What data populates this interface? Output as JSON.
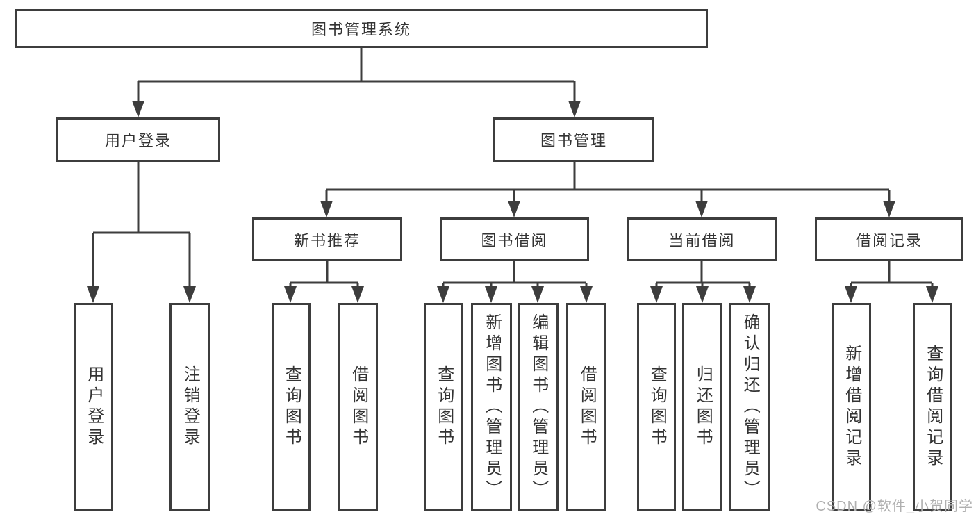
{
  "diagram": {
    "root": {
      "label": "图书管理系统"
    },
    "level2": [
      {
        "id": "user-login",
        "label": "用户登录"
      },
      {
        "id": "book-management",
        "label": "图书管理"
      }
    ],
    "level3": [
      {
        "id": "new-book-recommend",
        "label": "新书推荐",
        "parent": "图书管理"
      },
      {
        "id": "book-borrow",
        "label": "图书借阅",
        "parent": "图书管理"
      },
      {
        "id": "current-borrow",
        "label": "当前借阅",
        "parent": "图书管理"
      },
      {
        "id": "borrow-records",
        "label": "借阅记录",
        "parent": "图书管理"
      }
    ],
    "leaves": [
      {
        "label": "用户登录",
        "parent": "用户登录"
      },
      {
        "label": "注销登录",
        "parent": "用户登录"
      },
      {
        "label": "查询图书",
        "parent": "新书推荐"
      },
      {
        "label": "借阅图书",
        "parent": "新书推荐"
      },
      {
        "label": "查询图书",
        "parent": "图书借阅"
      },
      {
        "label": "新增图书（管理员）",
        "parent": "图书借阅"
      },
      {
        "label": "编辑图书（管理员）",
        "parent": "图书借阅"
      },
      {
        "label": "借阅图书",
        "parent": "图书借阅"
      },
      {
        "label": "查询图书",
        "parent": "当前借阅"
      },
      {
        "label": "归还图书",
        "parent": "当前借阅"
      },
      {
        "label": "确认归还（管理员）",
        "parent": "当前借阅"
      },
      {
        "label": "新增借阅记录",
        "parent": "借阅记录"
      },
      {
        "label": "查询借阅记录",
        "parent": "借阅记录"
      }
    ],
    "watermark": "CSDN @软件_小贺同学",
    "colors": {
      "line": "#3d3d3d",
      "text": "#333333",
      "watermark": "#b0b0b0",
      "background": "#ffffff"
    }
  }
}
